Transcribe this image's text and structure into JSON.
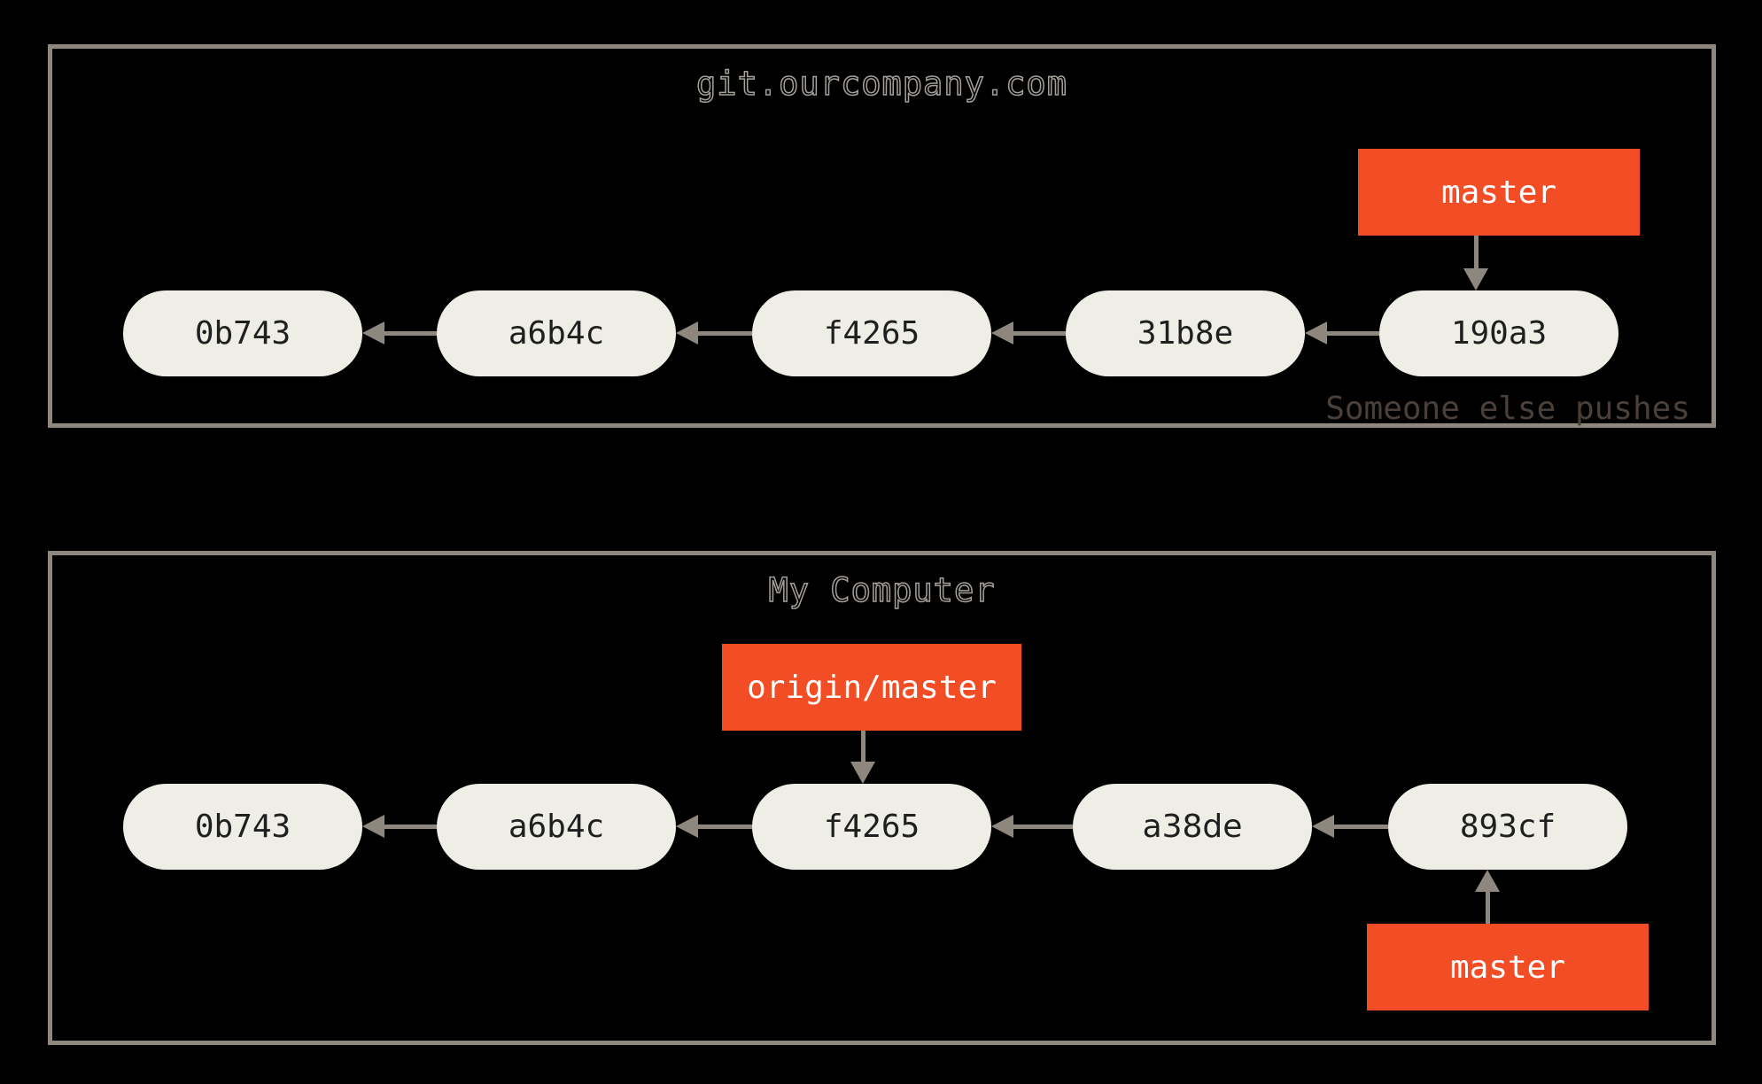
{
  "colors": {
    "background": "#000000",
    "panel_border": "#8e877e",
    "arrow": "#8e877e",
    "node_fill": "#efeee6",
    "node_text": "#1f1f1f",
    "branch_fill": "#f34d26",
    "branch_text": "#ffffff",
    "title_outline": "#a5a09a",
    "annotation_text": "#4a4039"
  },
  "remote_panel": {
    "title": "git.ourcompany.com",
    "branch_label": "master",
    "commits": [
      "0b743",
      "a6b4c",
      "f4265",
      "31b8e",
      "190a3"
    ],
    "annotation": "Someone else pushes"
  },
  "local_panel": {
    "title": "My Computer",
    "remote_tracking_label": "origin/master",
    "branch_label": "master",
    "commits": [
      "0b743",
      "a6b4c",
      "f4265",
      "a38de",
      "893cf"
    ]
  }
}
